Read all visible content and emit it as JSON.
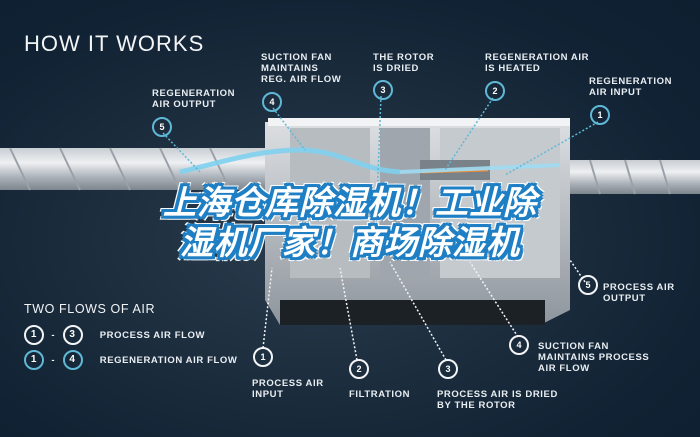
{
  "header": {
    "title": "HOW IT WORKS"
  },
  "top_callouts": [
    {
      "num": "5",
      "label": "REGENERATION\nAIR OUTPUT"
    },
    {
      "num": "4",
      "label": "SUCTION FAN\nMAINTAINS\nREG. AIR FLOW"
    },
    {
      "num": "3",
      "label": "THE ROTOR\nIS DRIED"
    },
    {
      "num": "2",
      "label": "REGENERATION AIR\nIS HEATED"
    },
    {
      "num": "1",
      "label": "REGENERATION\nAIR INPUT"
    }
  ],
  "bottom_callouts": [
    {
      "num": "1",
      "label": "PROCESS AIR\nINPUT"
    },
    {
      "num": "2",
      "label": "FILTRATION"
    },
    {
      "num": "3",
      "label": "PROCESS AIR IS DRIED\nBY THE ROTOR"
    },
    {
      "num": "4",
      "label": "SUCTION FAN\nMAINTAINS PROCESS\nAIR FLOW"
    },
    {
      "num": "5",
      "label": "PROCESS AIR\nOUTPUT"
    }
  ],
  "legend": {
    "title": "TWO FLOWS OF AIR",
    "rows": [
      {
        "from": "1",
        "sep": "-",
        "to": "3",
        "label": "PROCESS AIR FLOW",
        "color": "#f2f4f6"
      },
      {
        "from": "1",
        "sep": "-",
        "to": "4",
        "label": "REGENERATION AIR FLOW",
        "color": "#5fb8d6"
      }
    ]
  },
  "banner": {
    "line1": "上海仓库除湿机！工业除",
    "line2": "湿机厂家！商场除湿机"
  },
  "colors": {
    "background": "#112436",
    "accent_blue": "#5fb8d6",
    "banner_blue": "#1f7fc4",
    "text": "#e9eef2"
  }
}
